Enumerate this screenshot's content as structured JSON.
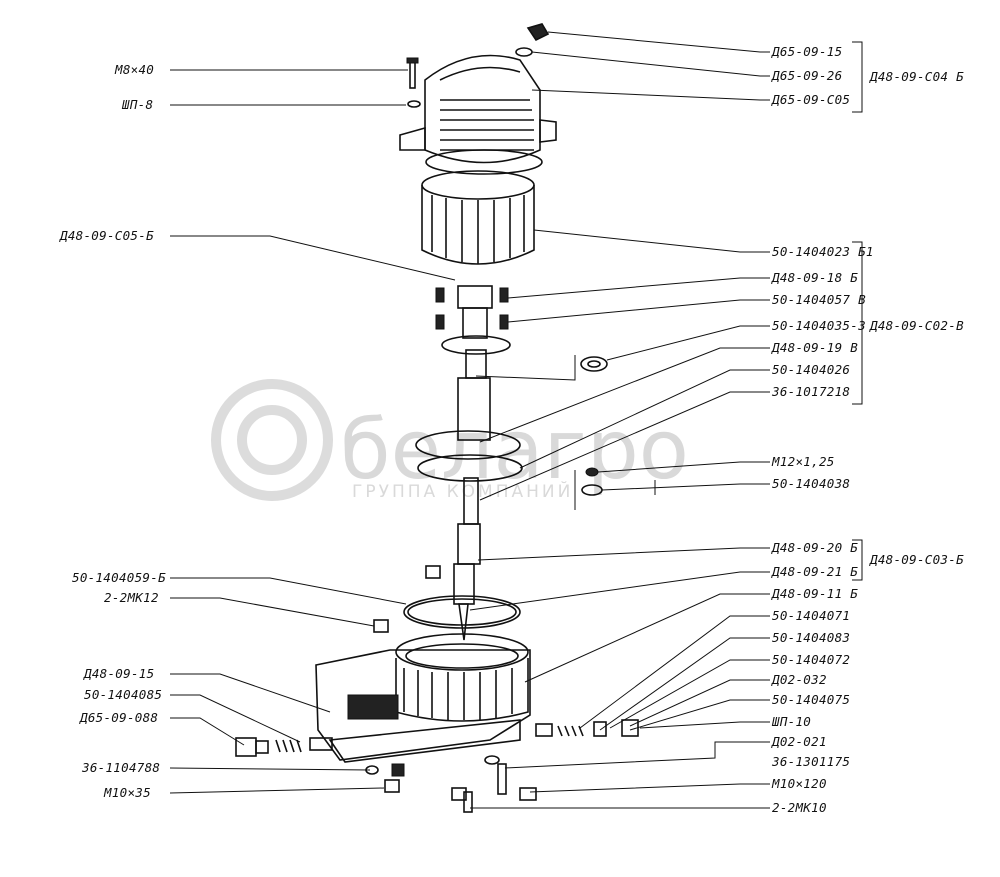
{
  "watermark": {
    "brand": "белагро",
    "tagline": "ГРУППА КОМПАНИЙ"
  },
  "labels_left": [
    {
      "id": "m8x40",
      "text": "М8×40"
    },
    {
      "id": "shp8",
      "text": "ШП-8"
    },
    {
      "id": "d48-09-c05-b",
      "text": "Д48-09-С05-Б"
    },
    {
      "id": "50-1404059-b",
      "text": "50-1404059-Б"
    },
    {
      "id": "2-2mk12",
      "text": "2-2МК12"
    },
    {
      "id": "d48-09-15",
      "text": "Д48-09-15"
    },
    {
      "id": "50-1404085",
      "text": "50-1404085"
    },
    {
      "id": "d65-09-088",
      "text": "Д65-09-088"
    },
    {
      "id": "36-1104788",
      "text": "36-1104788"
    },
    {
      "id": "m10x35",
      "text": "М10×35"
    }
  ],
  "labels_right": [
    {
      "id": "d65-09-15",
      "text": "Д65-09-15"
    },
    {
      "id": "d65-09-26",
      "text": "Д65-09-26"
    },
    {
      "id": "d65-09-c05",
      "text": "Д65-09-С05"
    },
    {
      "id": "50-1404023-b1",
      "text": "50-1404023 Б1"
    },
    {
      "id": "d48-09-18b",
      "text": "Д48-09-18 Б"
    },
    {
      "id": "50-1404057v",
      "text": "50-1404057 В"
    },
    {
      "id": "50-1404035-3",
      "text": "50-1404035-3"
    },
    {
      "id": "d48-09-19v",
      "text": "Д48-09-19 В"
    },
    {
      "id": "50-1404026",
      "text": "50-1404026"
    },
    {
      "id": "36-1017218",
      "text": "36-1017218"
    },
    {
      "id": "m12x125",
      "text": "М12×1,25"
    },
    {
      "id": "50-1404038",
      "text": "50-1404038"
    },
    {
      "id": "d48-09-20b",
      "text": "Д48-09-20 Б"
    },
    {
      "id": "d48-09-21b",
      "text": "Д48-09-21 Б"
    },
    {
      "id": "d48-09-11b",
      "text": "Д48-09-11 Б"
    },
    {
      "id": "50-1404071",
      "text": "50-1404071"
    },
    {
      "id": "50-1404083",
      "text": "50-1404083"
    },
    {
      "id": "50-1404072",
      "text": "50-1404072"
    },
    {
      "id": "d02-032",
      "text": "Д02-032"
    },
    {
      "id": "50-1404075",
      "text": "50-1404075"
    },
    {
      "id": "shp10",
      "text": "ШП-10"
    },
    {
      "id": "d02-021",
      "text": "Д02-021"
    },
    {
      "id": "36-1301175",
      "text": "36-1301175"
    },
    {
      "id": "m10x120",
      "text": "М10×120"
    },
    {
      "id": "2-2mk10",
      "text": "2-2МК10"
    }
  ],
  "assemblies": [
    {
      "id": "d48-09-c04-b",
      "text": "Д48-09-С04 Б"
    },
    {
      "id": "d48-09-c02-v",
      "text": "Д48-09-С02-В"
    },
    {
      "id": "d48-09-c03-b",
      "text": "Д48-09-С03-Б"
    }
  ]
}
